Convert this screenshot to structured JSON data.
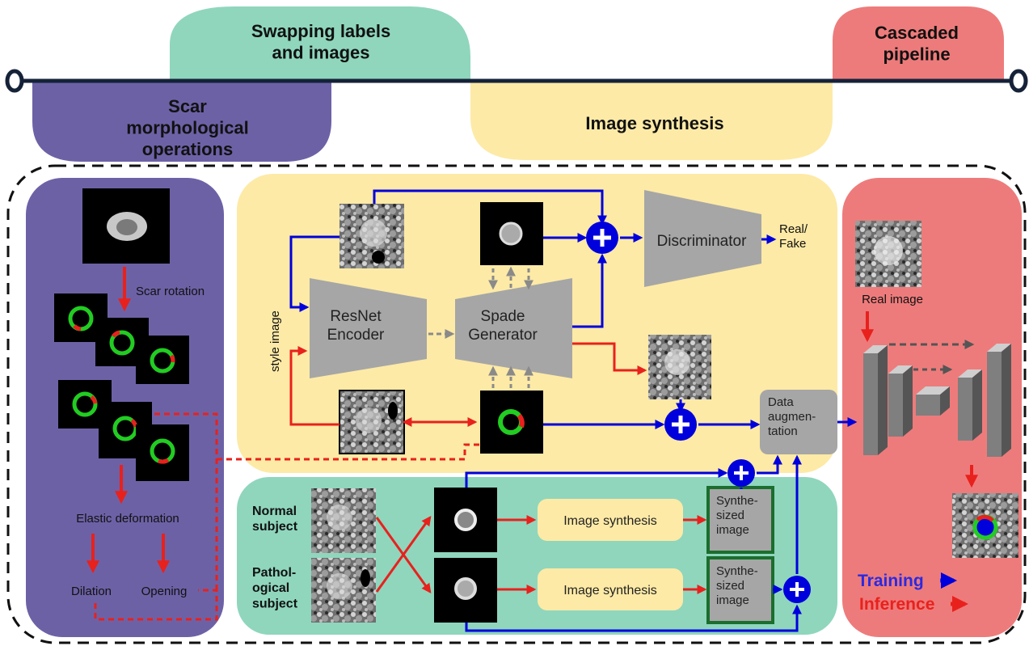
{
  "timeline": {
    "scar_stage": "Scar morphological operations",
    "swap_stage": "Swapping labels and images",
    "synthesis_stage": "Image synthesis",
    "cascade_stage": "Cascaded pipeline"
  },
  "scar_panel": {
    "rotation": "Scar rotation",
    "elastic": "Elastic deformation",
    "dilation": "Dilation",
    "opening": "Opening"
  },
  "synthesis_panel": {
    "style_image": "style image",
    "encoder": "ResNet Encoder",
    "generator": "Spade Generator",
    "discriminator": "Discriminator",
    "real_fake": "Real/ Fake",
    "data_augmentation": "Data augmen- tation"
  },
  "swap_panel": {
    "normal": "Normal subject",
    "pathological": "Pathol- ogical subject",
    "synth_block_1": "Image synthesis",
    "synth_block_2": "Image synthesis",
    "synth_out_1": "Synthe- sized image",
    "synth_out_2": "Synthe- sized image"
  },
  "cascade_panel": {
    "real_image": "Real image",
    "training": "Training",
    "inference": "Inference"
  },
  "colors": {
    "purple": "#6d61a6",
    "mint": "#8fd6bd",
    "yellow": "#fdeaa6",
    "pink": "#ee7b7b",
    "gray": "#a6a6a6",
    "blue": "#0000dd",
    "red": "#e8211d",
    "green": "#22cc22"
  }
}
